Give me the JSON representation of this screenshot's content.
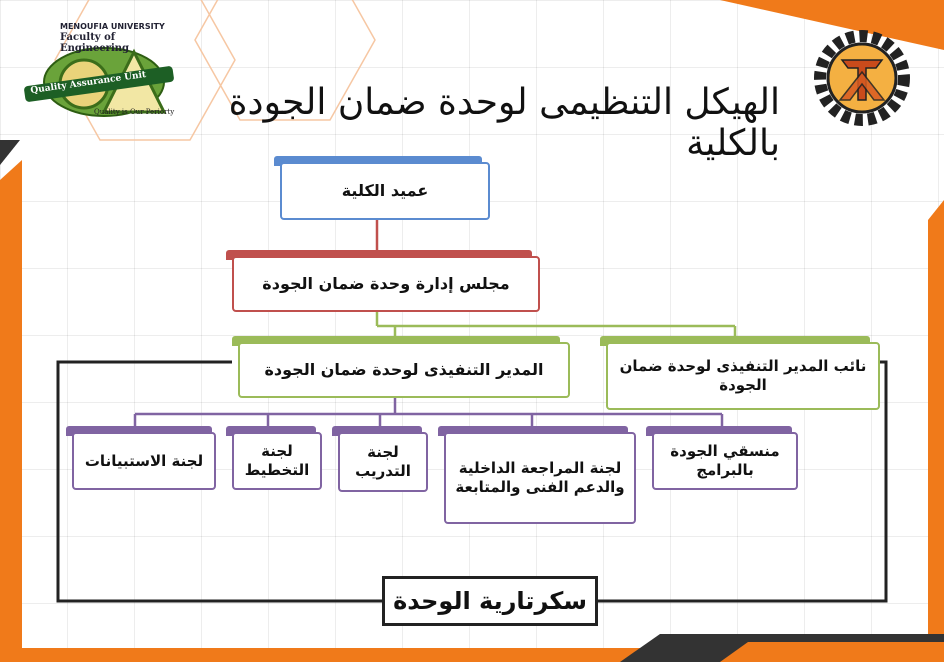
{
  "title": "الهيكل التنظيمى لوحدة ضمان الجودة بالكلية",
  "logo_left": {
    "line1": "MENOUFIA UNIVERSITY",
    "line2": "Faculty of Engineering",
    "banner": "Quality Assurance Unit",
    "motto": "Quality is Our Periorty"
  },
  "nodes": {
    "dean": "عميد الكلية",
    "board": "مجلس إدارة وحدة ضمان الجودة",
    "executive_director": "المدير التنفيذى لوحدة ضمان الجودة",
    "deputy_director": "نائب المدير التنفيذى لوحدة ضمان الجودة",
    "program_coordinators": "منسقي الجودة بالبرامج",
    "internal_review": "لجنة المراجعة الداخلية والدعم الفنى والمتابعة",
    "training": "لجنة التدريب",
    "planning": "لجنة التخطيط",
    "surveys": "لجنة الاستبيانات",
    "secretary": "سكرتارية الوحدة"
  },
  "colors": {
    "blue": "#5b8bd0",
    "red": "#c0504d",
    "green": "#9bbb59",
    "purple": "#8064a2",
    "orange": "#f07a1a",
    "dark": "#333333"
  }
}
